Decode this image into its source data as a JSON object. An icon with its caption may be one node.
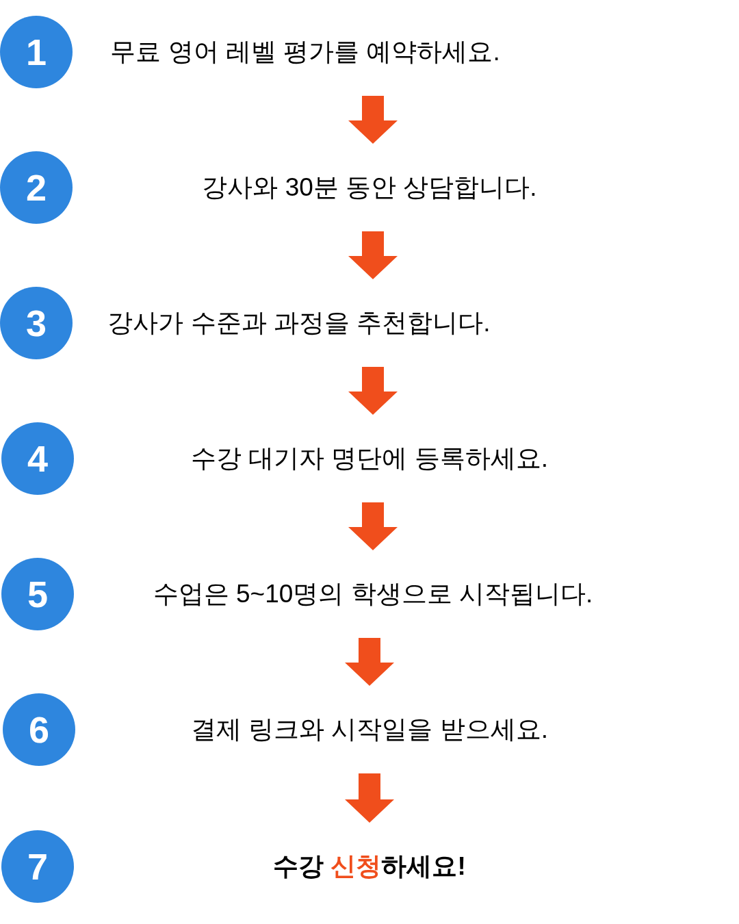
{
  "diagram": {
    "nodes": [
      {
        "text": [
          "1"
        ]
      },
      {
        "text": [
          "무료 영어 레벨 평가를 예약하세요."
        ]
      },
      {
        "text": [
          "2"
        ]
      },
      {
        "text": [
          "강사와 30분 동안 상담합니다."
        ]
      },
      {
        "text": [
          "3"
        ]
      },
      {
        "text": [
          "강사가 수준과 과정을 추천합니다."
        ]
      },
      {
        "text": [
          "4"
        ]
      },
      {
        "text": [
          "수강 대기자 명단에 등록하세요."
        ]
      },
      {
        "text": [
          "5"
        ]
      },
      {
        "text": [
          "수업은 5~10명의 학생으로 시작됩니다."
        ]
      },
      {
        "text": [
          "6"
        ]
      },
      {
        "text": [
          "결제 링크와 시작일을 받으세요."
        ]
      },
      {
        "text": [
          "7"
        ]
      },
      {
        "text": [
          "수강 **신청**하세요!"
        ]
      }
    ],
    "edges": [
      {
        "from": 1,
        "to": 3,
        "arrow": "to",
        "style": "thick"
      },
      {
        "from": 3,
        "to": 5,
        "arrow": "to",
        "style": "thick"
      },
      {
        "from": 5,
        "to": 7,
        "arrow": "to",
        "style": "thick"
      },
      {
        "from": 7,
        "to": 9,
        "arrow": "to",
        "style": "thick"
      },
      {
        "from": 9,
        "to": 11,
        "arrow": "to",
        "style": "thick"
      },
      {
        "from": 11,
        "to": 13,
        "arrow": "to",
        "style": "thick"
      }
    ]
  }
}
